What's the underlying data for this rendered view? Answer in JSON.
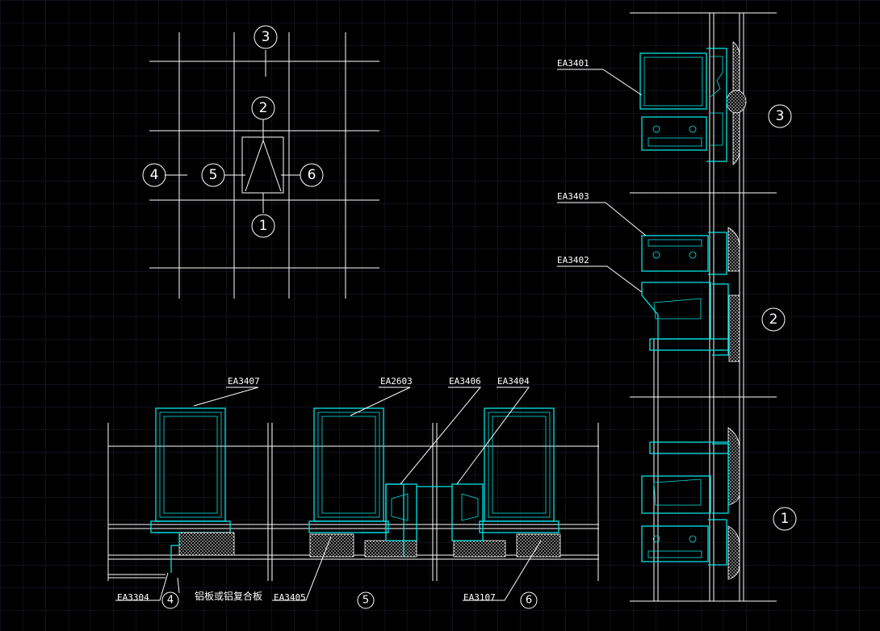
{
  "part_labels": {
    "ea3401": "EA3401",
    "ea3403": "EA3403",
    "ea3402": "EA3402",
    "ea3407": "EA3407",
    "ea2603": "EA2603",
    "ea3406": "EA3406",
    "ea3404": "EA3404",
    "ea3304": "EA3304",
    "ea3405": "EA3405",
    "ea3107": "EA3107"
  },
  "material_note": "铝板或铝复合板",
  "key_plan_markers": {
    "m1": "1",
    "m2": "2",
    "m3": "3",
    "m4": "4",
    "m5": "5",
    "m6": "6"
  },
  "section_markers": {
    "vert_3": "3",
    "vert_2": "2",
    "vert_1": "1",
    "horiz_4": "4",
    "horiz_5": "5",
    "horiz_6": "6"
  },
  "colors": {
    "background": "#000000",
    "grid": "#1e2030",
    "profile": "#00e5e5",
    "line": "#ffffff"
  }
}
